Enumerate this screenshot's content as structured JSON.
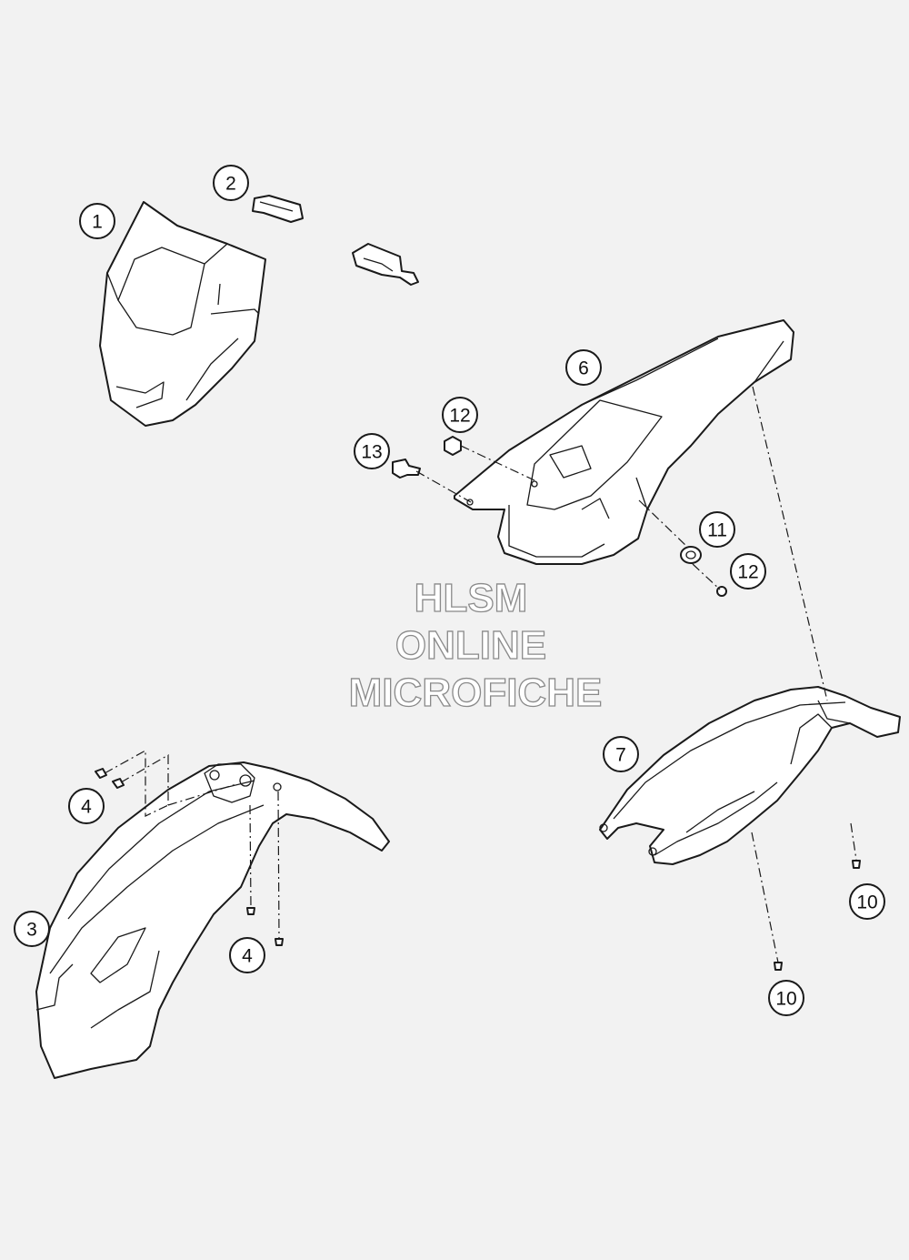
{
  "watermark": {
    "line1": "HLSM",
    "line2": "ONLINE",
    "line3": "MICROFICHE"
  },
  "callouts": [
    "1",
    "2",
    "3",
    "4",
    "4",
    "6",
    "7",
    "10",
    "10",
    "11",
    "12",
    "12",
    "13"
  ],
  "colors": {
    "background": "#f2f2f2",
    "ink": "#1a1a1a",
    "watermark_stroke": "#8a8a8a"
  }
}
